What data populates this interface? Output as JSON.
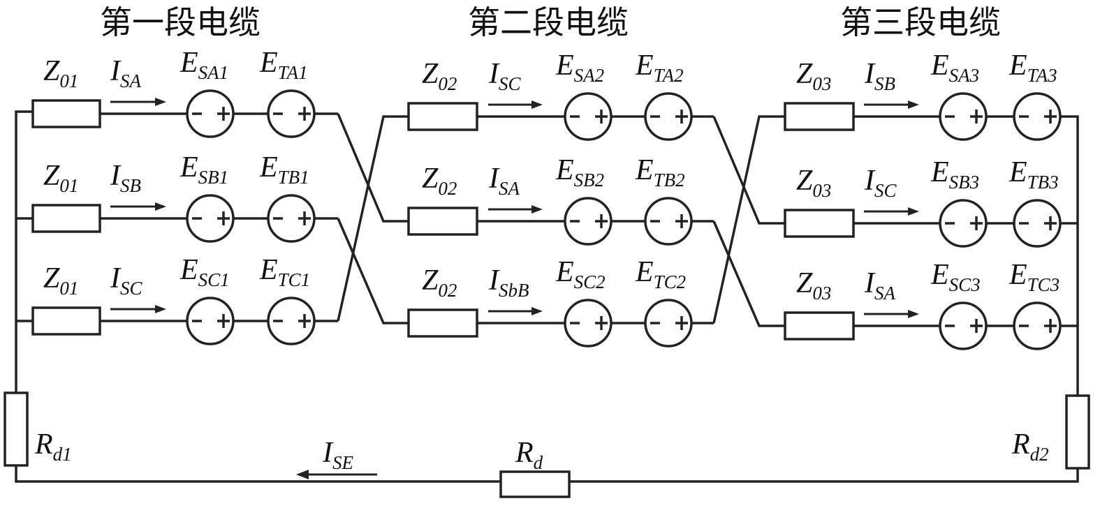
{
  "section_titles": [
    "第一段电缆",
    "第二段电缆",
    "第三段电缆"
  ],
  "sections": [
    {
      "rows": [
        {
          "z": {
            "main": "Z",
            "sub": "01"
          },
          "i": {
            "main": "I",
            "sub": "SA"
          },
          "es": {
            "main": "E",
            "sub": "SA1"
          },
          "et": {
            "main": "E",
            "sub": "TA1"
          }
        },
        {
          "z": {
            "main": "Z",
            "sub": "01"
          },
          "i": {
            "main": "I",
            "sub": "SB"
          },
          "es": {
            "main": "E",
            "sub": "SB1"
          },
          "et": {
            "main": "E",
            "sub": "TB1"
          }
        },
        {
          "z": {
            "main": "Z",
            "sub": "01"
          },
          "i": {
            "main": "I",
            "sub": "SC"
          },
          "es": {
            "main": "E",
            "sub": "SC1"
          },
          "et": {
            "main": "E",
            "sub": "TC1"
          }
        }
      ]
    },
    {
      "rows": [
        {
          "z": {
            "main": "Z",
            "sub": "02"
          },
          "i": {
            "main": "I",
            "sub": "SC"
          },
          "es": {
            "main": "E",
            "sub": "SA2"
          },
          "et": {
            "main": "E",
            "sub": "TA2"
          }
        },
        {
          "z": {
            "main": "Z",
            "sub": "02"
          },
          "i": {
            "main": "I",
            "sub": "SA"
          },
          "es": {
            "main": "E",
            "sub": "SB2"
          },
          "et": {
            "main": "E",
            "sub": "TB2"
          }
        },
        {
          "z": {
            "main": "Z",
            "sub": "02"
          },
          "i": {
            "main": "I",
            "sub": "SbB"
          },
          "es": {
            "main": "E",
            "sub": "SC2"
          },
          "et": {
            "main": "E",
            "sub": "TC2"
          }
        }
      ]
    },
    {
      "rows": [
        {
          "z": {
            "main": "Z",
            "sub": "03"
          },
          "i": {
            "main": "I",
            "sub": "SB"
          },
          "es": {
            "main": "E",
            "sub": "SA3"
          },
          "et": {
            "main": "E",
            "sub": "TA3"
          }
        },
        {
          "z": {
            "main": "Z",
            "sub": "03"
          },
          "i": {
            "main": "I",
            "sub": "SC"
          },
          "es": {
            "main": "E",
            "sub": "SB3"
          },
          "et": {
            "main": "E",
            "sub": "TB3"
          }
        },
        {
          "z": {
            "main": "Z",
            "sub": "03"
          },
          "i": {
            "main": "I",
            "sub": "SA"
          },
          "es": {
            "main": "E",
            "sub": "SC3"
          },
          "et": {
            "main": "E",
            "sub": "TC3"
          }
        }
      ]
    }
  ],
  "bottom": {
    "rd1": {
      "main": "R",
      "sub": "d1"
    },
    "rd2": {
      "main": "R",
      "sub": "d2"
    },
    "rd": {
      "main": "R",
      "sub": "d"
    },
    "ise": {
      "main": "I",
      "sub": "SE"
    }
  }
}
